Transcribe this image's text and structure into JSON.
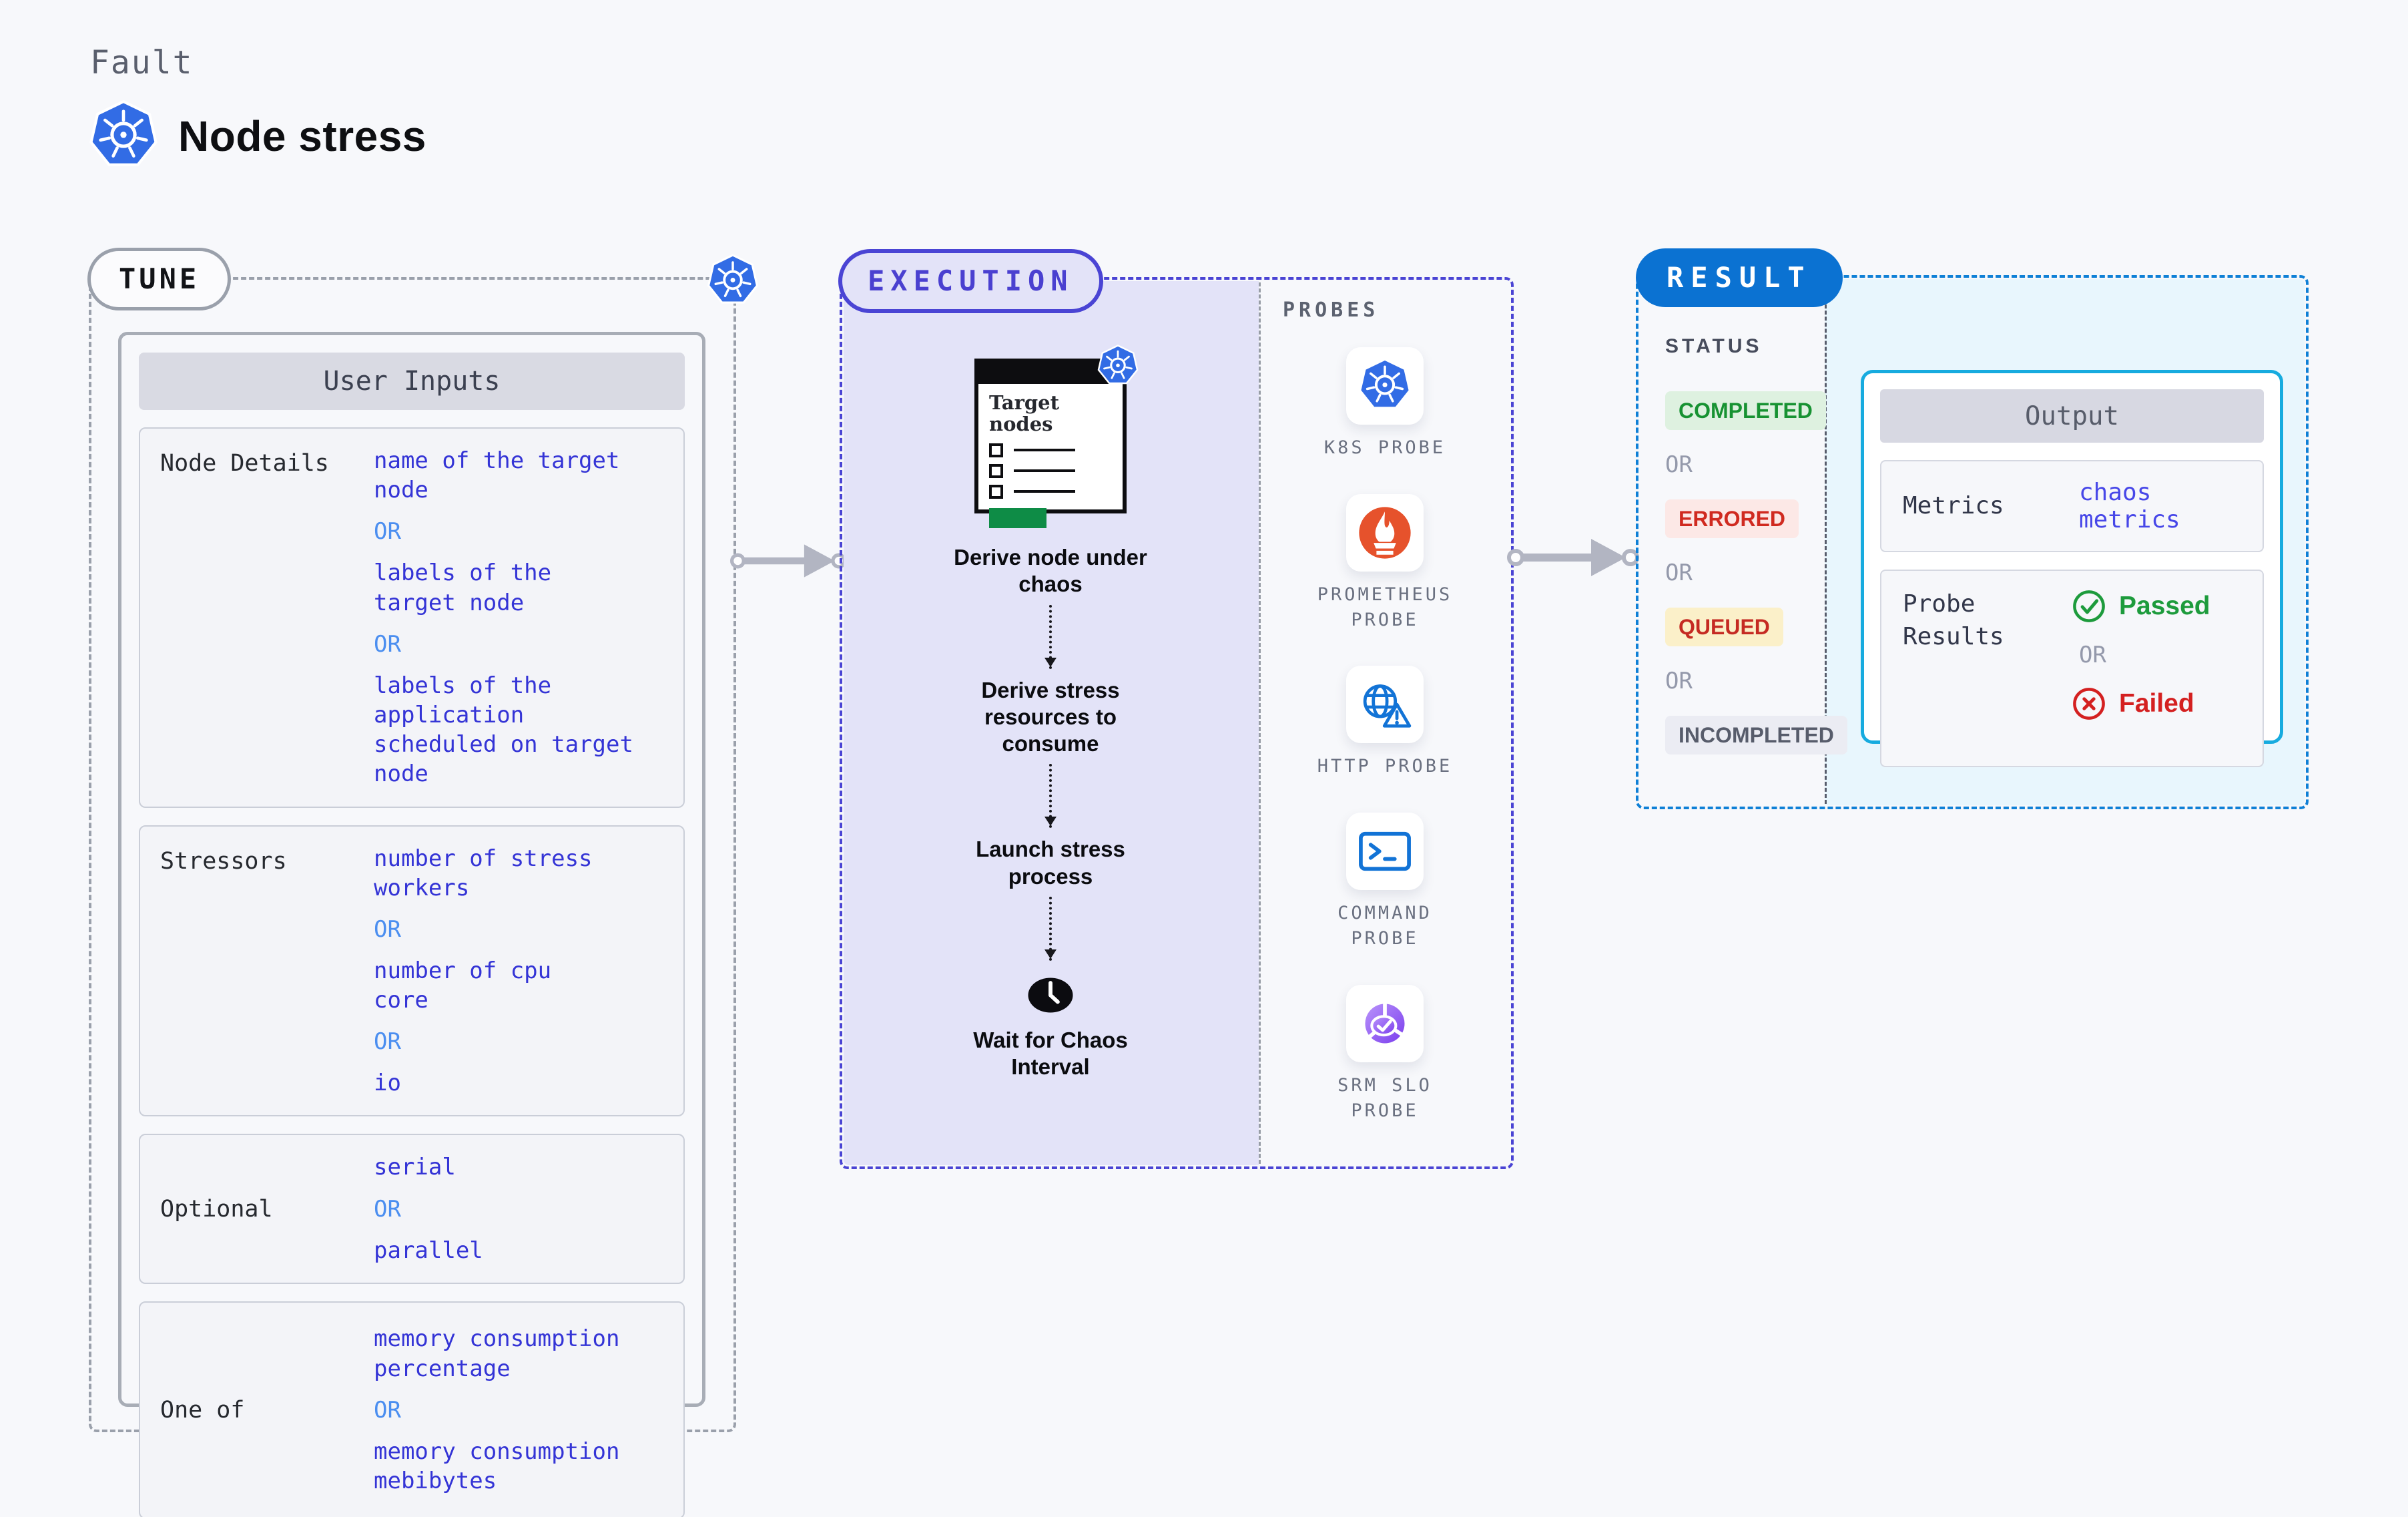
{
  "header": {
    "kicker": "Fault",
    "title": "Node stress"
  },
  "tune": {
    "badge": "TUNE",
    "table_title": "User Inputs",
    "or": "OR",
    "rows": [
      {
        "label": "Node Details",
        "v1": "name of the target\nnode",
        "v2": "labels of the\ntarget node",
        "v3": "labels of the application\nscheduled on target node"
      },
      {
        "label": "Stressors",
        "v1": "number of stress\nworkers",
        "v2": "number of cpu\ncore",
        "v3": "io"
      },
      {
        "label": "Optional",
        "v1": "serial",
        "v2": "parallel"
      },
      {
        "label": "One of",
        "v1": "memory consumption\npercentage",
        "v2": "memory consumption\nmebibytes"
      }
    ]
  },
  "execution": {
    "badge": "EXECUTION",
    "clipboard_title": "Target\nnodes",
    "steps": [
      "Derive node under\nchaos",
      "Derive stress\nresources to\nconsume",
      "Launch stress\nprocess",
      "Wait for Chaos\nInterval"
    ]
  },
  "probes": {
    "title": "PROBES",
    "items": [
      {
        "label": "K8S PROBE",
        "icon": "k8s-icon"
      },
      {
        "label": "PROMETHEUS\nPROBE",
        "icon": "prometheus-icon"
      },
      {
        "label": "HTTP PROBE",
        "icon": "globe-warning-icon"
      },
      {
        "label": "COMMAND\nPROBE",
        "icon": "terminal-icon"
      },
      {
        "label": "SRM SLO\nPROBE",
        "icon": "slo-pie-icon"
      }
    ]
  },
  "result": {
    "badge": "RESULT",
    "status_title": "STATUS",
    "or": "OR",
    "statuses": [
      {
        "label": "COMPLETED"
      },
      {
        "label": "ERRORED"
      },
      {
        "label": "QUEUED"
      },
      {
        "label": "INCOMPLETED"
      }
    ],
    "output": {
      "title": "Output",
      "metrics_label": "Metrics",
      "metrics_value": "chaos metrics",
      "probe_results_label": "Probe\nResults",
      "passed": "Passed",
      "failed": "Failed"
    }
  },
  "colors": {
    "k8s_blue": "#326ce5",
    "execution_indigo": "#4a44d4",
    "execution_fill": "#e3e3f8",
    "result_badge_blue": "#0b72d2",
    "result_border_blue": "#0f80d6",
    "result_fill_cyan": "#e8f6fd",
    "output_border_cyan": "#17abdf",
    "value_blue": "#3434d6",
    "or_blue": "#4b8ef0",
    "passed_green": "#1d9b3c",
    "failed_red": "#d42020",
    "prometheus_orange": "#e6522c",
    "probe_icon_blue": "#1273d6",
    "clipboard_green": "#0e8c46",
    "tune_dash_gray": "#9aa0ab",
    "arrow_gray": "#b2b5c2"
  }
}
